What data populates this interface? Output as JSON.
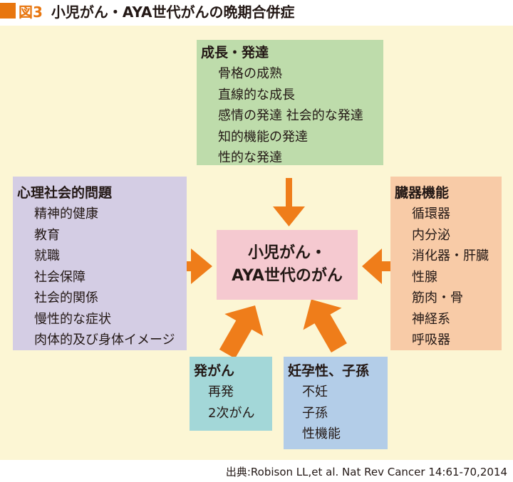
{
  "figure": {
    "number": "図3",
    "title": "小児がん・AYA世代がんの晩期合併症"
  },
  "colors": {
    "accent": "#e8760f",
    "canvas": "#fcf6d4",
    "growth": "#bedcab",
    "psych": "#d4cde4",
    "organ": "#f8cba7",
    "center": "#f5c9d0",
    "second_cancer": "#a3d7d8",
    "fertility": "#b3cde8"
  },
  "center": {
    "line1": "小児がん・",
    "line2": "AYA世代のがん"
  },
  "growth": {
    "heading": "成長・発達",
    "items": [
      "骨格の成熟",
      "直線的な成長",
      "感情の発達 社会的な発達",
      "知的機能の発達",
      "性的な発達"
    ]
  },
  "psych": {
    "heading": "心理社会的問題",
    "items": [
      "精神的健康",
      "教育",
      "就職",
      "社会保障",
      "社会的関係",
      "慢性的な症状",
      "肉体的及び身体イメージ"
    ]
  },
  "organ": {
    "heading": "臓器機能",
    "items": [
      "循環器",
      "内分泌",
      "消化器・肝臓",
      "性腺",
      "筋肉・骨",
      "神経系",
      "呼吸器"
    ]
  },
  "second_cancer": {
    "heading": "発がん",
    "items": [
      "再発",
      "2次がん"
    ]
  },
  "fertility": {
    "heading": "妊孕性、子孫",
    "items": [
      "不妊",
      "子孫",
      "性機能"
    ]
  },
  "source": "出典:Robison LL,et al. Nat Rev Cancer 14:61-70,2014"
}
